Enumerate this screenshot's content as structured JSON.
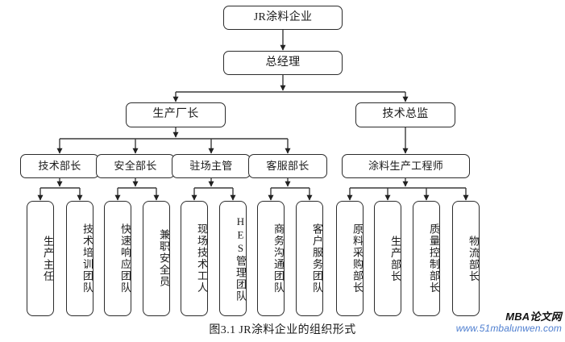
{
  "figure": {
    "caption": "图3.1  JR涂料企业的组织形式",
    "watermark_name": "MBA论文网",
    "watermark_url": "www.51mbalunwen.com"
  },
  "chart_data": {
    "type": "diagram",
    "title": "图3.1  JR涂料企业的组织形式",
    "orientation": "top-down",
    "edge_style": "orthogonal-elbow-with-arrowheads",
    "levels": 5,
    "nodes": {
      "root": {
        "label": "JR涂料企业",
        "level": 0
      },
      "gm": {
        "label": "总经理",
        "level": 1
      },
      "prod_dir": {
        "label": "生产厂长",
        "level": 2
      },
      "tech_dir": {
        "label": "技术总监",
        "level": 2
      },
      "tech_mgr": {
        "label": "技术部长",
        "level": 3
      },
      "safety_mgr": {
        "label": "安全部长",
        "level": 3
      },
      "site_sup": {
        "label": "驻场主管",
        "level": 3
      },
      "cs_mgr": {
        "label": "客服部长",
        "level": 3
      },
      "coat_eng": {
        "label": "涂料生产工程师",
        "level": 3
      },
      "leaf1": {
        "label": "生产主任",
        "level": 4
      },
      "leaf2": {
        "label": "技术培训团队",
        "level": 4
      },
      "leaf3": {
        "label": "快速响应团队",
        "level": 4
      },
      "leaf4": {
        "label": "兼职安全员",
        "level": 4
      },
      "leaf5": {
        "label": "现场技术工人",
        "level": 4
      },
      "leaf6": {
        "label": "HES管理团队",
        "level": 4
      },
      "leaf7": {
        "label": "商务沟通团队",
        "level": 4
      },
      "leaf8": {
        "label": "客户服务团队",
        "level": 4
      },
      "leaf9": {
        "label": "原料采购部长",
        "level": 4
      },
      "leaf10": {
        "label": "生产部长",
        "level": 4
      },
      "leaf11": {
        "label": "质量控制部长",
        "level": 4
      },
      "leaf12": {
        "label": "物流部长",
        "level": 4
      }
    },
    "edges": [
      [
        "root",
        "gm"
      ],
      [
        "gm",
        "prod_dir"
      ],
      [
        "gm",
        "tech_dir"
      ],
      [
        "prod_dir",
        "tech_mgr"
      ],
      [
        "prod_dir",
        "safety_mgr"
      ],
      [
        "prod_dir",
        "site_sup"
      ],
      [
        "prod_dir",
        "cs_mgr"
      ],
      [
        "tech_dir",
        "coat_eng"
      ],
      [
        "tech_mgr",
        "leaf1"
      ],
      [
        "tech_mgr",
        "leaf2"
      ],
      [
        "safety_mgr",
        "leaf3"
      ],
      [
        "safety_mgr",
        "leaf4"
      ],
      [
        "site_sup",
        "leaf5"
      ],
      [
        "site_sup",
        "leaf6"
      ],
      [
        "cs_mgr",
        "leaf7"
      ],
      [
        "cs_mgr",
        "leaf8"
      ],
      [
        "coat_eng",
        "leaf9"
      ],
      [
        "coat_eng",
        "leaf10"
      ],
      [
        "coat_eng",
        "leaf11"
      ],
      [
        "coat_eng",
        "leaf12"
      ]
    ]
  },
  "colors": {
    "box_border": "#2b2b2b",
    "line": "#3a3a3a",
    "background": "#ffffff",
    "text": "#1a1a1a",
    "watermark_url": "#4f7fd0"
  }
}
